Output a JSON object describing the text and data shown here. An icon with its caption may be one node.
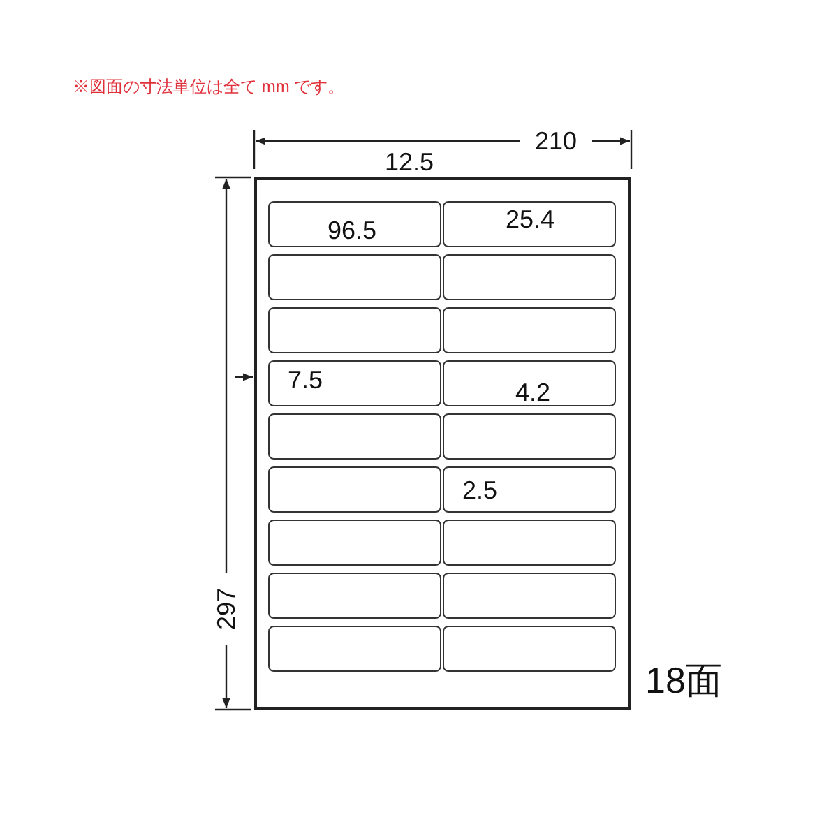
{
  "diagram": {
    "nodes": [
      {
        "text": [],
        "shape": "box"
      },
      {
        "text": [],
        "shape": "box",
        "in": 0
      },
      {
        "text": [],
        "shape": "box",
        "in": 0
      },
      {
        "text": [],
        "shape": "box",
        "in": 0
      },
      {
        "text": [],
        "shape": "box",
        "in": 0
      },
      {
        "text": [],
        "shape": "box",
        "in": 0
      },
      {
        "text": [],
        "shape": "box",
        "in": 0
      },
      {
        "text": [],
        "shape": "box",
        "in": 0
      },
      {
        "text": [],
        "shape": "box",
        "in": 0
      },
      {
        "text": [],
        "shape": "box",
        "in": 0
      },
      {
        "text": [],
        "shape": "box",
        "in": 0
      },
      {
        "text": [],
        "shape": "box",
        "in": 0
      },
      {
        "text": [],
        "shape": "box",
        "in": 0
      },
      {
        "text": [],
        "shape": "box",
        "in": 0
      },
      {
        "text": [],
        "shape": "box",
        "in": 0
      },
      {
        "text": [],
        "shape": "box",
        "in": 0
      },
      {
        "text": [],
        "shape": "box",
        "in": 0
      },
      {
        "text": [],
        "shape": "box",
        "in": 0
      },
      {
        "text": [],
        "shape": "box",
        "in": 0
      }
    ],
    "labels": [
      "※図面の寸法単位は全て mm です。",
      "210",
      "12.5",
      "96.5",
      "25.4",
      "7.5",
      "4.2",
      "2.5",
      "297",
      "18面"
    ]
  }
}
